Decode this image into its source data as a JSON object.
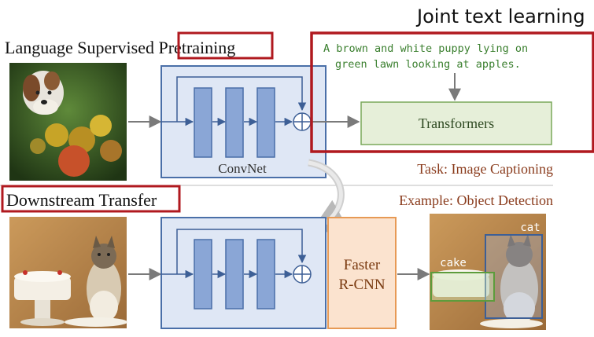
{
  "header": {
    "joint_title": "Joint text learning"
  },
  "pretraining": {
    "section_label": "Language Supervised Pretraining",
    "section_label_prefix": "Language Supervised ",
    "section_label_boxed": "Pretraining",
    "caption_line1": "A brown and white puppy lying on",
    "caption_line2": "green lawn looking at apples.",
    "backbone_label": "ConvNet",
    "head_label": "Transformers",
    "task_label": "Task: Image Captioning"
  },
  "downstream": {
    "section_label": "Downstream Transfer",
    "example_label": "Example: Object Detection",
    "head_label_line1": "Faster",
    "head_label_line2": "R-CNN",
    "detections": [
      {
        "label": "cat"
      },
      {
        "label": "cake"
      }
    ]
  },
  "colors": {
    "highlight_red": "#b0191f",
    "convnet_fill": "#dfe7f5",
    "convnet_stroke": "#4a6fa8",
    "block_fill": "#8aa6d6",
    "transformer_fill": "#e6efd9",
    "transformer_stroke": "#7aa85a",
    "rcnn_fill": "#fbe3cf",
    "rcnn_stroke": "#e79a55",
    "task_text": "#8a3b1c",
    "caption_text": "#3a7f2e"
  }
}
